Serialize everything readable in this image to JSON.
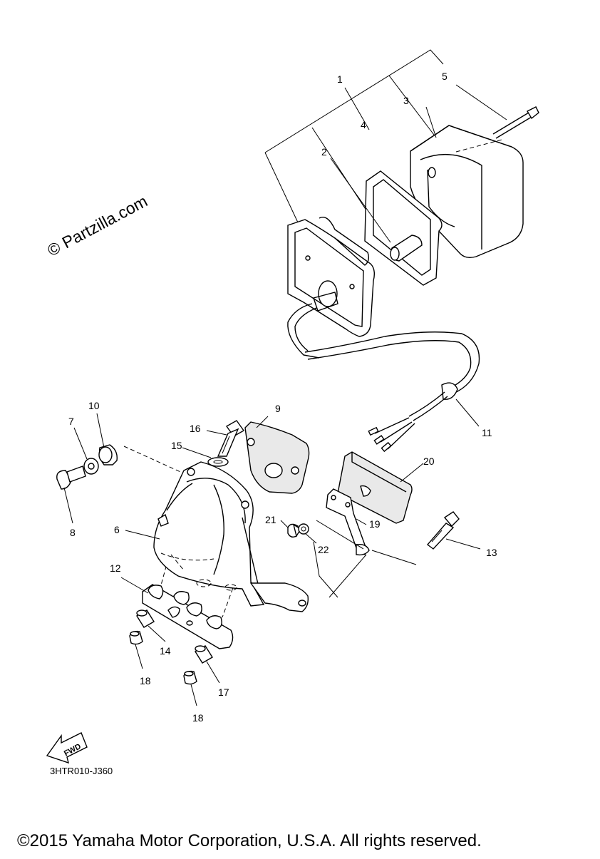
{
  "diagram": {
    "watermark": "© Partzilla.com",
    "drawing_code": "3HTR010-J360",
    "fwd_label": "FWD",
    "copyright": "©2015 Yamaha Motor Corporation, U.S.A. All rights reserved.",
    "callouts": [
      "1",
      "2",
      "3",
      "4",
      "5",
      "6",
      "7",
      "8",
      "9",
      "10",
      "11",
      "12",
      "13",
      "14",
      "15",
      "16",
      "17",
      "18",
      "18",
      "19",
      "20",
      "21",
      "22"
    ]
  }
}
